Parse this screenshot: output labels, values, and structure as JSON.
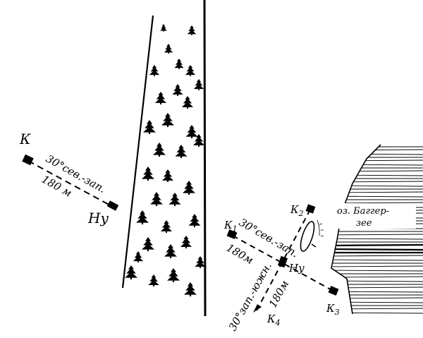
{
  "left_group": {
    "point_k": "К",
    "point_nu": "Ну",
    "direction_label": "30°сев.-зап.",
    "distance_label": "180 м"
  },
  "right_group": {
    "k1_main": "К",
    "k1_sub": "1",
    "k2_main": "К",
    "k2_sub": "2",
    "k3_main": "К",
    "k3_sub": "3",
    "k4_main": "К",
    "k4_sub": "4",
    "point_nu": "Ну",
    "direction_nw": "30°сев.-зап.",
    "distance_nw": "180м",
    "direction_sw": "30°зап.-южн.",
    "distance_se": "180м"
  },
  "lake": {
    "name_line1": "оз. Баггер-",
    "name_line2": "зее"
  },
  "colors": {
    "ink": "#000000",
    "paper": "#ffffff"
  }
}
